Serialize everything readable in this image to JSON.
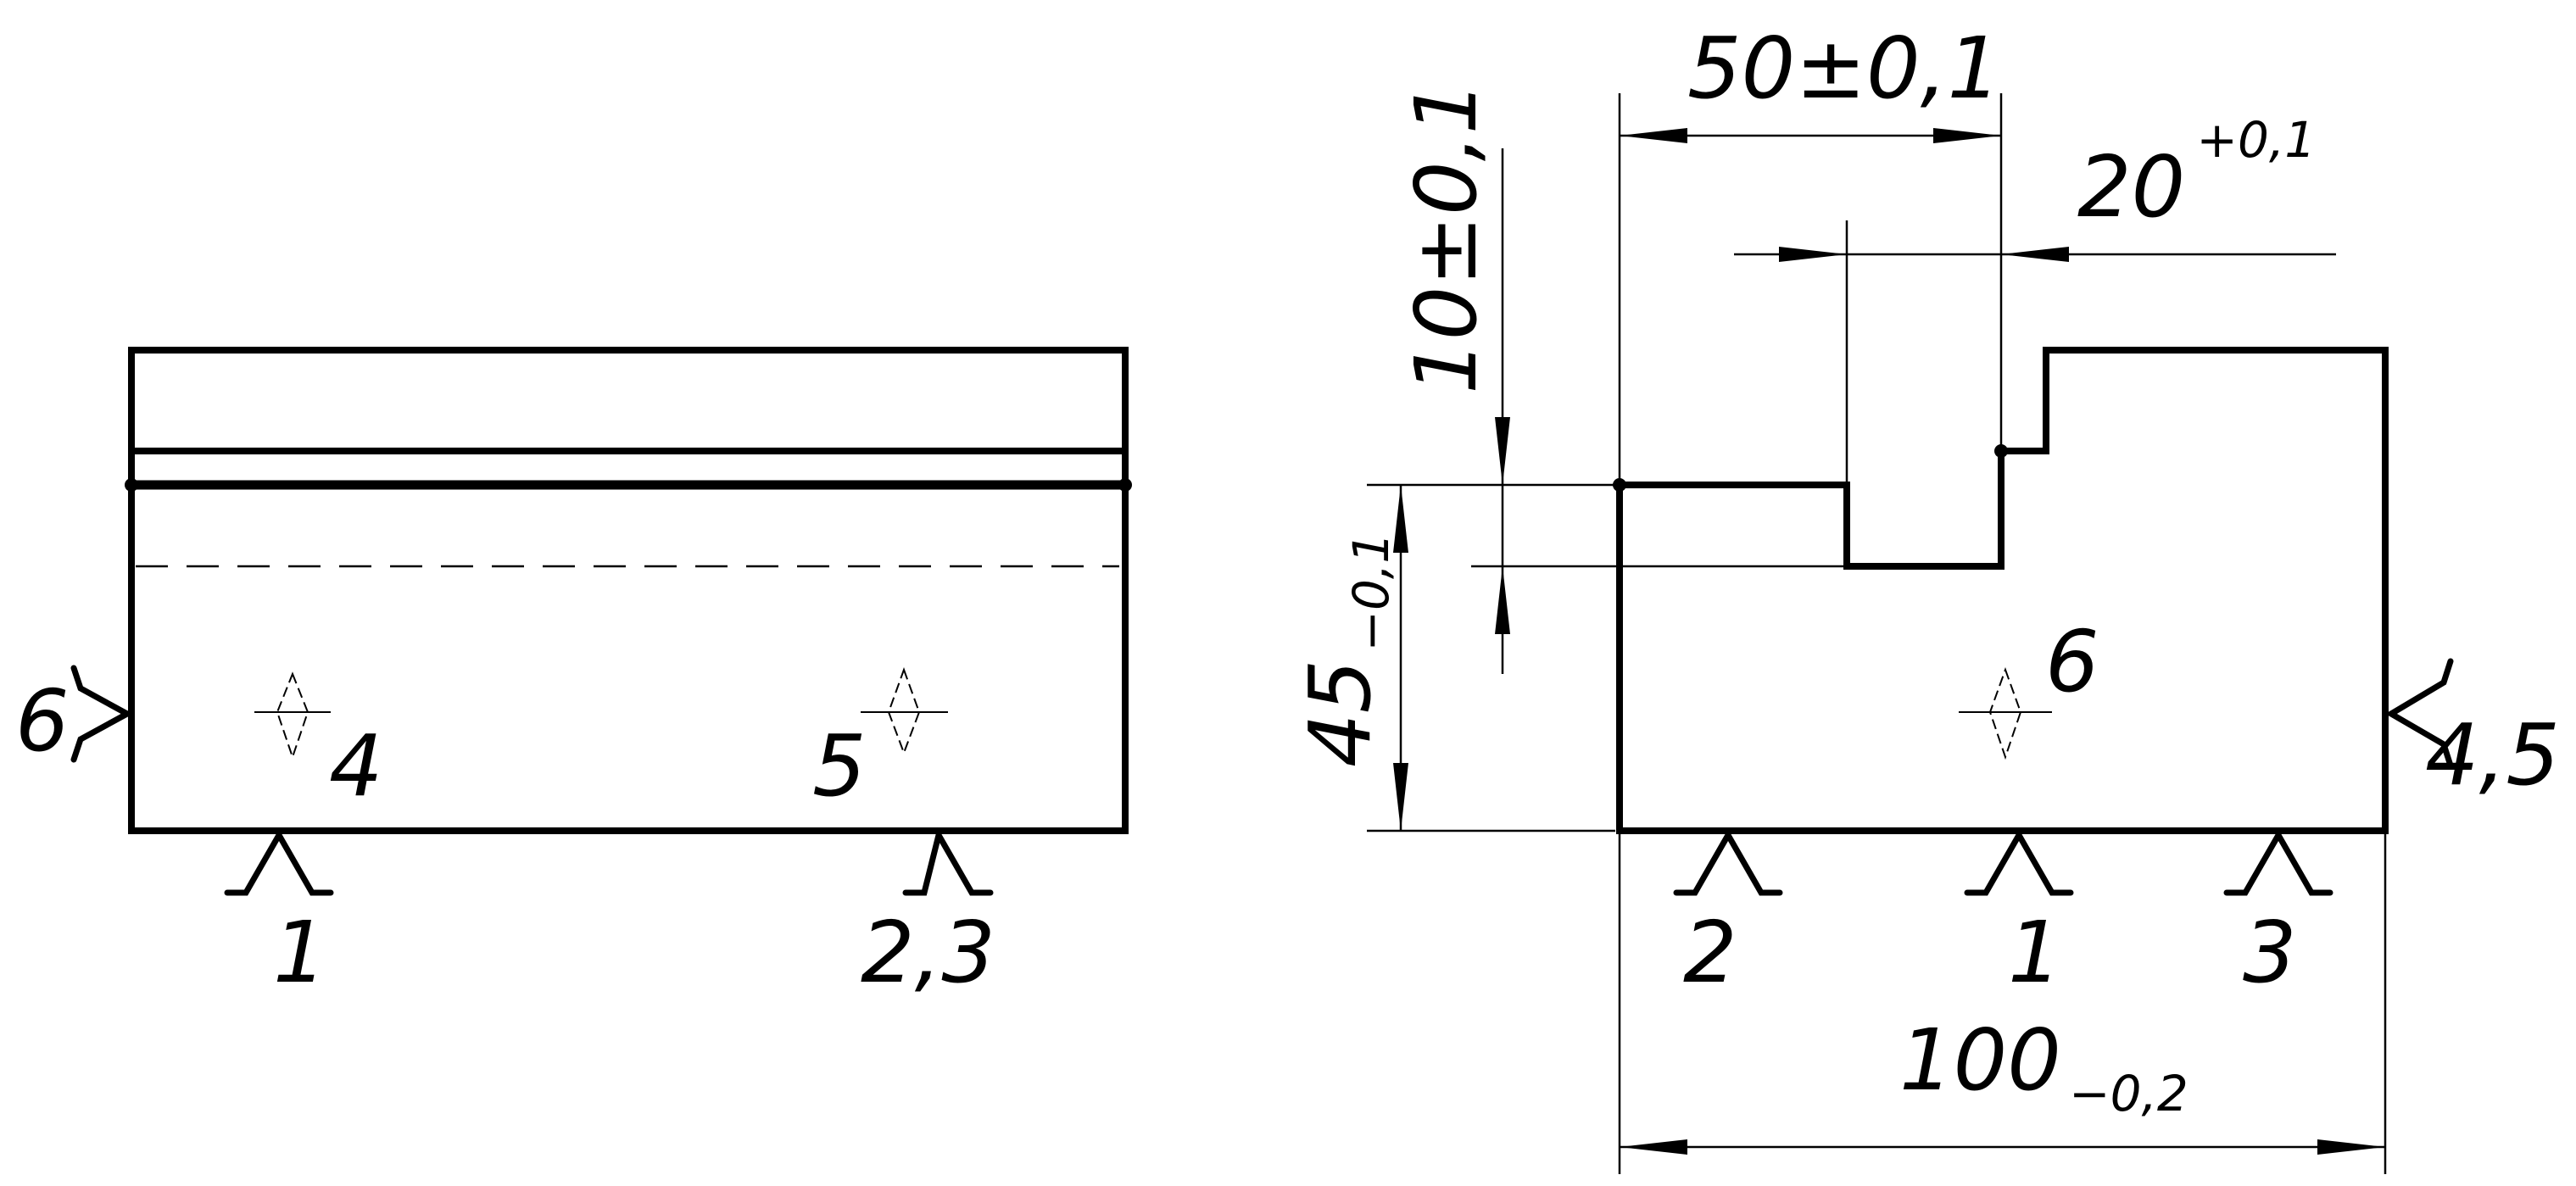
{
  "colors": {
    "ink": "#000000",
    "paper": "#ffffff"
  },
  "left_view": {
    "support_labels": {
      "s1": "1",
      "s23": "2,3",
      "side": "6"
    },
    "marker_labels": {
      "m4": "4",
      "m5": "5"
    }
  },
  "right_view": {
    "support_labels": {
      "s2": "2",
      "s1": "1",
      "s3": "3",
      "side": "4,5"
    },
    "marker_label": "6",
    "dimensions": {
      "top_width": "50±0,1",
      "slot_base": "20",
      "slot_tol": "+0,1",
      "slot_depth": "10±0,1",
      "height_base": "45",
      "height_tol": "−0,1",
      "total_base": "100",
      "total_tol": "−0,2"
    }
  }
}
